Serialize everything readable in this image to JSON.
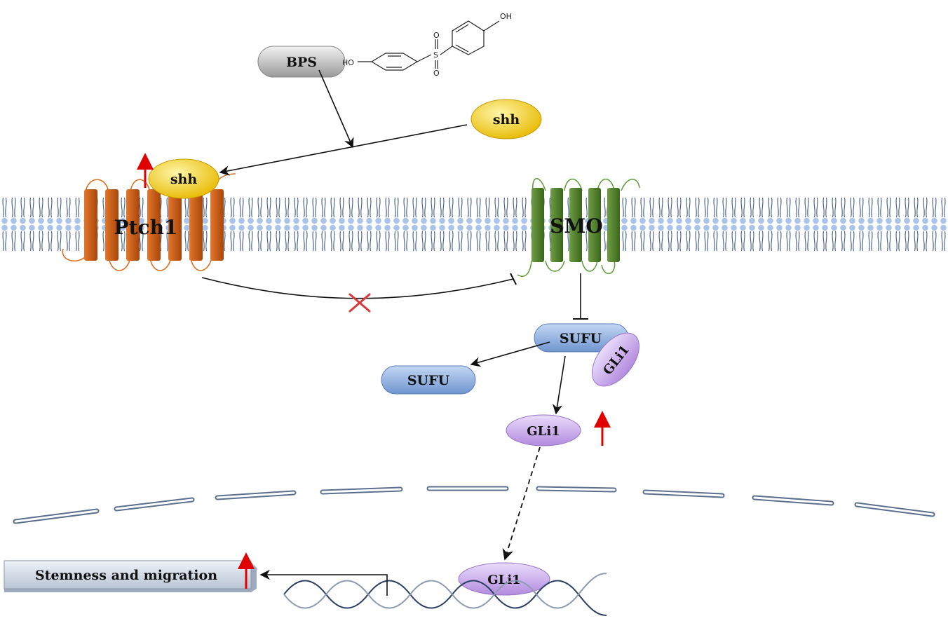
{
  "labels": {
    "bps": "BPS",
    "shh_free": "shh",
    "shh_bound": "shh",
    "ptch1": "Ptch1",
    "smo": "SMO",
    "sufu_complex": "SUFU",
    "gli1_complex": "GLi1",
    "sufu_free": "SUFU",
    "gli1_cyto": "GLi1",
    "gli1_nucleus": "GLi1",
    "outcome": "Stemness and migration"
  },
  "chem": {
    "ho": "HO",
    "oh": "OH",
    "s": "S",
    "o_top": "O",
    "o_bottom": "O"
  },
  "colors": {
    "ptch1": "#c65a12",
    "smo": "#4f7f2b",
    "shh": "#f2d02a",
    "sufu": "#8fb1e2",
    "gli1": "#c6a8e8",
    "bps": "#c8c8c8",
    "membrane_head": "#a9c3ea",
    "up_arrow": "#e00000",
    "block_x": "#d93a3a"
  }
}
